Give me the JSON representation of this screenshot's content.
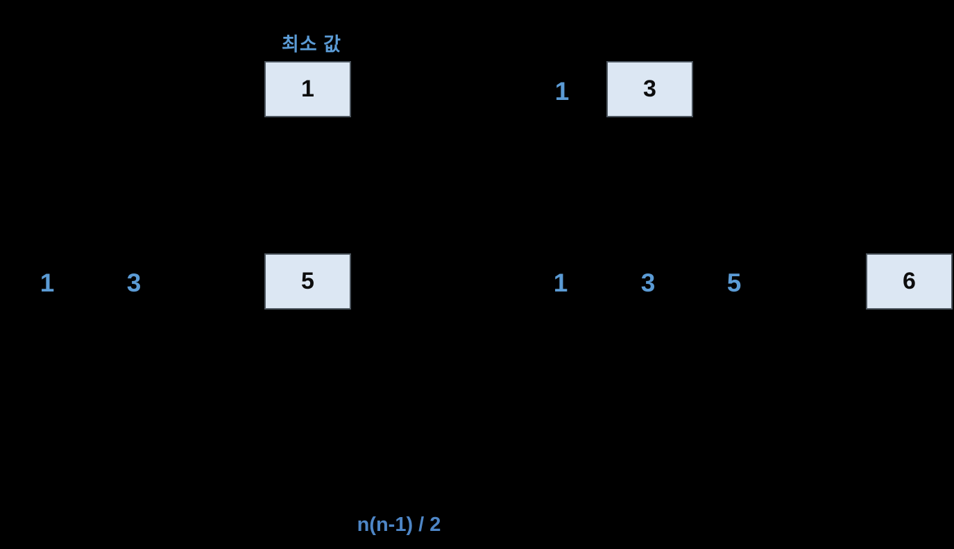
{
  "diagram": {
    "title_note": "selection sort step illustration",
    "min_label": "최소 값",
    "formula": "n(n-1) / 2",
    "colors": {
      "background": "#000000",
      "box_fill": "#dce7f3",
      "box_border": "#4d565f",
      "box_digit": "#0d0d0d",
      "accent_blue": "#5b9bd5",
      "formula_blue": "#4e86c6"
    },
    "groups": {
      "top_left": {
        "box_value": "1"
      },
      "top_right": {
        "digits": [
          "1"
        ],
        "box_value": "3"
      },
      "mid_left": {
        "digits": [
          "1",
          "3"
        ],
        "box_value": "5"
      },
      "mid_right": {
        "digits": [
          "1",
          "3",
          "5"
        ],
        "box_value": "6"
      }
    }
  }
}
